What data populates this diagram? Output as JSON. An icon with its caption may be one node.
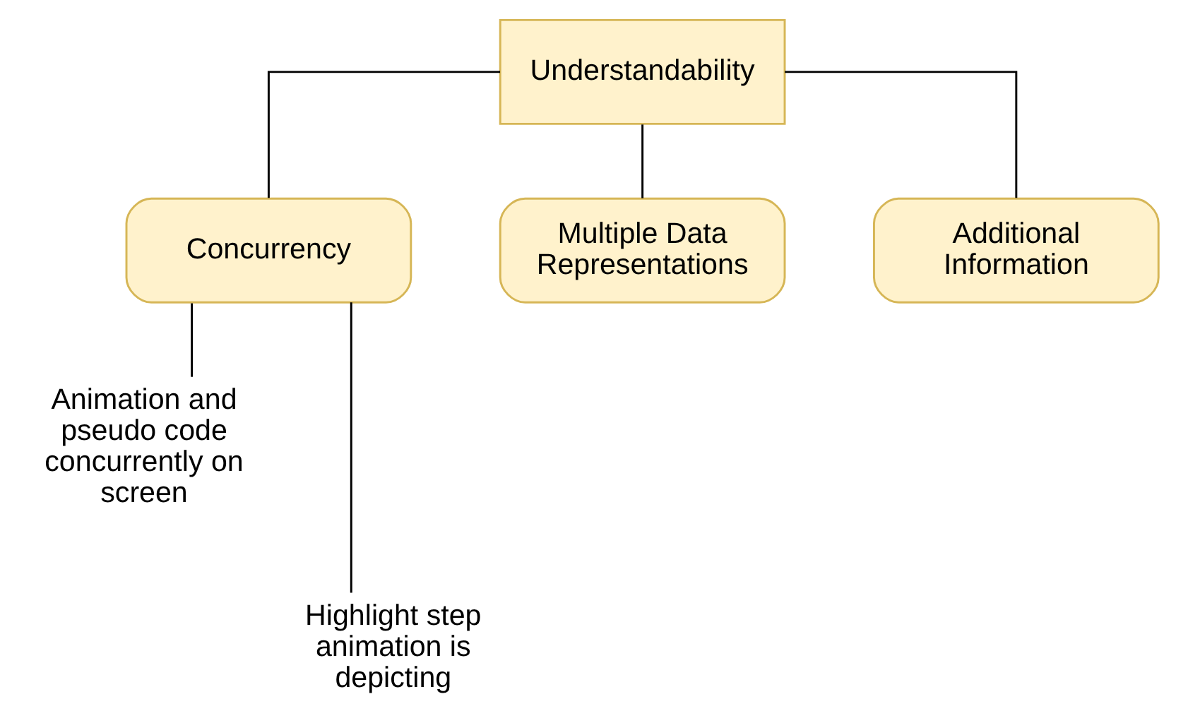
{
  "diagram": {
    "nodes": [
      {
        "text": [
          "Understandability"
        ]
      },
      {
        "text": [
          "Concurrency"
        ]
      },
      {
        "text": [
          "Multiple Data Representations"
        ]
      },
      {
        "text": [
          "Additional Information"
        ]
      },
      {
        "text": [
          "Animation and pseudo code concurrently on screen"
        ]
      },
      {
        "text": [
          "Highlight step animation is depicting"
        ]
      }
    ],
    "edges": [
      {
        "from": 0,
        "to": 1,
        "arrow": "none"
      },
      {
        "from": 0,
        "to": 2,
        "arrow": "none"
      },
      {
        "from": 0,
        "to": 3,
        "arrow": "none"
      },
      {
        "from": 1,
        "to": 4,
        "arrow": "none"
      },
      {
        "from": 1,
        "to": 5,
        "arrow": "none"
      }
    ]
  }
}
